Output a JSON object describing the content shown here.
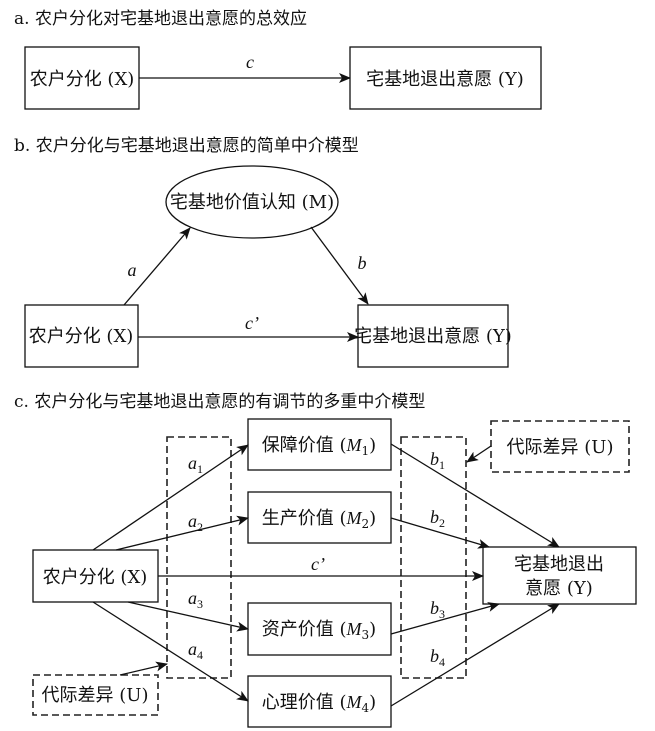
{
  "panel_a": {
    "title": "a. 农户分化对宅基地退出意愿的总效应",
    "node_x": "农户分化 (X)",
    "node_y": "宅基地退出意愿 (Y)",
    "edge_c": "c"
  },
  "panel_b": {
    "title": "b. 农户分化与宅基地退出意愿的简单中介模型",
    "node_m": "宅基地价值认知 (M)",
    "node_x": "农户分化 (X)",
    "node_y": "宅基地退出意愿 (Y)",
    "edge_a": "a",
    "edge_b": "b",
    "edge_c_prime": "c’"
  },
  "panel_c": {
    "title": "c. 农户分化与宅基地退出意愿的有调节的多重中介模型",
    "node_x": "农户分化 (X)",
    "node_y_line1": "宅基地退出",
    "node_y_line2": "意愿 (Y)",
    "moderator_left": "代际差异 (U)",
    "moderator_right": "代际差异 (U)",
    "mediators": [
      {
        "name": "保障价值",
        "var": "M",
        "sub": "1"
      },
      {
        "name": "生产价值",
        "var": "M",
        "sub": "2"
      },
      {
        "name": "资产价值",
        "var": "M",
        "sub": "3"
      },
      {
        "name": "心理价值",
        "var": "M",
        "sub": "4"
      }
    ],
    "a_paths": [
      {
        "sym": "a",
        "sub": "1"
      },
      {
        "sym": "a",
        "sub": "2"
      },
      {
        "sym": "a",
        "sub": "3"
      },
      {
        "sym": "a",
        "sub": "4"
      }
    ],
    "b_paths": [
      {
        "sym": "b",
        "sub": "1"
      },
      {
        "sym": "b",
        "sub": "2"
      },
      {
        "sym": "b",
        "sub": "3"
      },
      {
        "sym": "b",
        "sub": "4"
      }
    ],
    "edge_c_prime": "c’"
  }
}
